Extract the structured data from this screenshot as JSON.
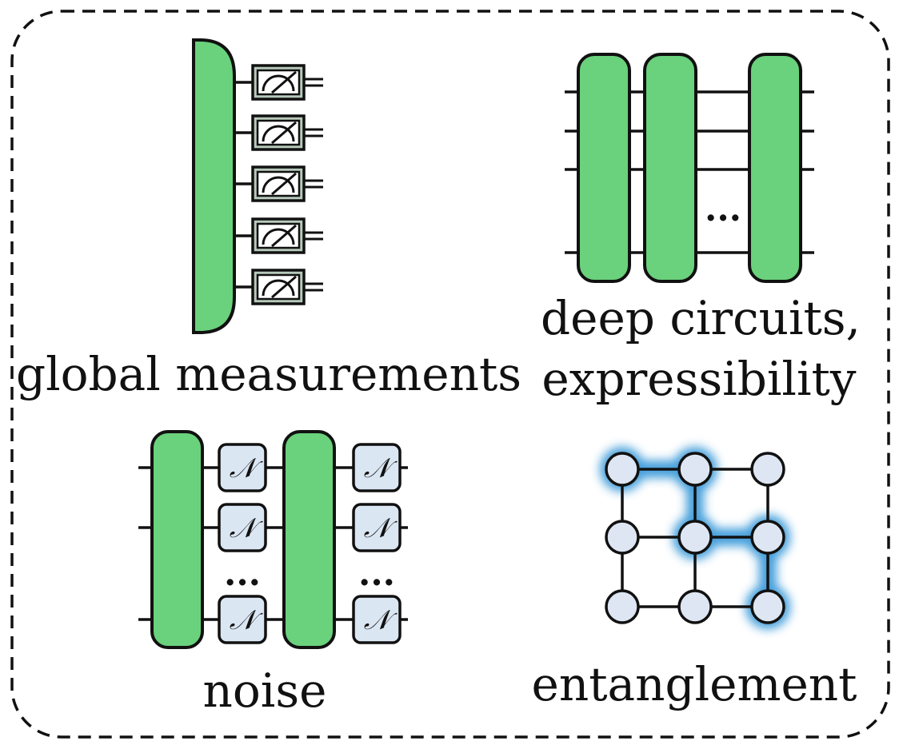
{
  "panels": {
    "global_measurements": {
      "caption": "global measurements",
      "meter_count": 5
    },
    "deep_circuits": {
      "caption_line1": "deep circuits,",
      "caption_line2": "expressibility",
      "ellipsis": "..."
    },
    "noise": {
      "caption": "noise",
      "channel_symbol": "𝒩",
      "ellipsis": "..."
    },
    "entanglement": {
      "caption": "entanglement",
      "grid_rows": 3,
      "grid_cols": 3
    }
  },
  "colors": {
    "gate_green": "#6ad17c",
    "meter_fill": "#b7c9bb",
    "noise_fill": "#dbe6f3",
    "node_fill": "#dde6f2",
    "glow_blue": "#3a9ad9",
    "stroke": "#111111"
  }
}
